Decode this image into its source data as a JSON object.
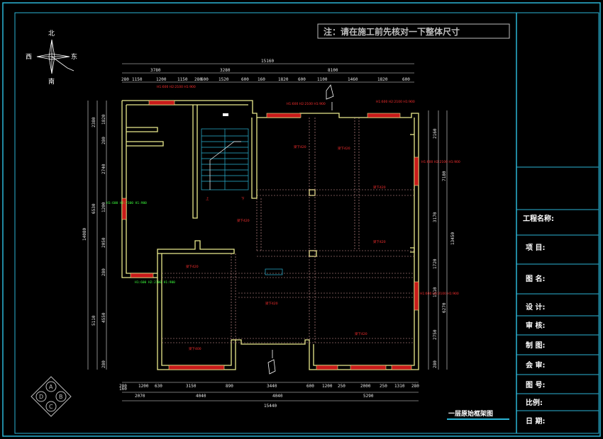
{
  "note": "注：请在施工前先核对一下整体尺寸",
  "compass": {
    "north": "北",
    "south": "南",
    "east": "东",
    "west": "西"
  },
  "drawing_title": "一层原始框架图",
  "title_block": {
    "project_name": "工程名称:",
    "project": "项  目:",
    "drawing_name": "图  名:",
    "design": "设  计:",
    "review": "审  核:",
    "drafting": "制  图:",
    "countersign": "会  审:",
    "drawing_no": "图  号:",
    "scale": "比例:",
    "date": "日  期:"
  },
  "dims_top": {
    "total": "15160",
    "mid": [
      "3780",
      "3280",
      "8100"
    ],
    "small": [
      "280",
      "1150",
      "1200",
      "1150",
      "280",
      "600",
      "1520",
      "600",
      "160",
      "1820",
      "600",
      "1100",
      "1460",
      "1820",
      "600"
    ]
  },
  "dims_bottom": {
    "small": [
      "280",
      "1200",
      "630",
      "3150",
      "890",
      "3440",
      "600",
      "1200",
      "250",
      "2000",
      "250",
      "1310",
      "280"
    ],
    "extra": "160",
    "row2": [
      "2070",
      "4040",
      "4040",
      "5290"
    ],
    "total": "15440"
  },
  "dims_left": {
    "total": "14080",
    "mid": [
      "2380",
      "6530",
      "5110"
    ],
    "small": [
      "1820",
      "280",
      "2740",
      "1200",
      "2050",
      "280",
      "4550",
      "280"
    ]
  },
  "dims_right": {
    "total": "13450",
    "mid": [
      "7180",
      "6270"
    ],
    "small": [
      "2160",
      "3170",
      "1720",
      "1510",
      "2750",
      "280"
    ]
  },
  "beam_labels": [
    "梁下420",
    "梁下420",
    "梁下420",
    "梁下420",
    "梁下420",
    "梁下420",
    "梁下420",
    "梁下420",
    "梁下400"
  ],
  "window_label": "H1:600 H2:2100 H1:900",
  "stair_marks": {
    "up": "上",
    "down": "下"
  },
  "colors": {
    "wall": "#e9e98c",
    "frame": "#2bb5d6",
    "window": "#c81a1a",
    "dim": "#e6e6e6",
    "dashed": "#e0a0a0"
  }
}
